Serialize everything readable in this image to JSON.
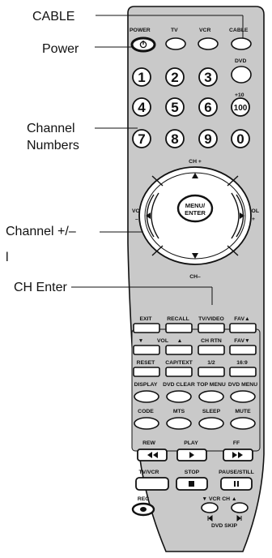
{
  "callouts": {
    "cable": "CABLE",
    "power": "Power",
    "channel_numbers_1": "Channel",
    "channel_numbers_2": "Numbers",
    "channel_plus_minus": "Channel +/–",
    "stray_mark": "l",
    "ch_enter": "CH Enter"
  },
  "top_row": {
    "power": "POWER",
    "tv": "TV",
    "vcr": "VCR",
    "cable": "CABLE",
    "dvd": "DVD"
  },
  "numbers": [
    "1",
    "2",
    "3",
    "4",
    "5",
    "6",
    "7",
    "8",
    "9",
    "0",
    "100"
  ],
  "plus10": "+10",
  "dpad": {
    "ch_plus": "CH +",
    "ch_minus": "CH–",
    "vol_left": "VOL",
    "vol_left_sign": "–",
    "vol_right": "VOL",
    "vol_right_sign": "+",
    "menu_1": "MENU/",
    "menu_2": "ENTER"
  },
  "grid_labels": {
    "exit": "EXIT",
    "recall": "RECALL",
    "tvvideo": "TV/VIDEO",
    "fav_up": "FAV▲",
    "down_arrow": "▼",
    "vol": "VOL",
    "up_arrow": "▲",
    "ch_rtn": "CH RTN",
    "fav_down": "FAV▼",
    "reset": "RESET",
    "captext": "CAP/TEXT",
    "half": "1/2",
    "ratio": "16:9",
    "display": "DISPLAY",
    "dvd_clear": "DVD CLEAR",
    "top_menu": "TOP MENU",
    "dvd_menu": "DVD MENU",
    "code": "CODE",
    "mts": "MTS",
    "sleep": "SLEEP",
    "mute": "MUTE"
  },
  "transport": {
    "rew": "REW",
    "play": "PLAY",
    "ff": "FF",
    "tvvcr": "TV/VCR",
    "stop": "STOP",
    "pause": "PAUSE/STILL",
    "rec": "REC",
    "vcr_ch": "▼ VCR CH ▲",
    "skip_icons": "⏮ ⏭",
    "dvd_skip": "DVD SKIP"
  },
  "colors": {
    "body": "#c9c9c9",
    "outline": "#111111",
    "button": "#ffffff"
  }
}
